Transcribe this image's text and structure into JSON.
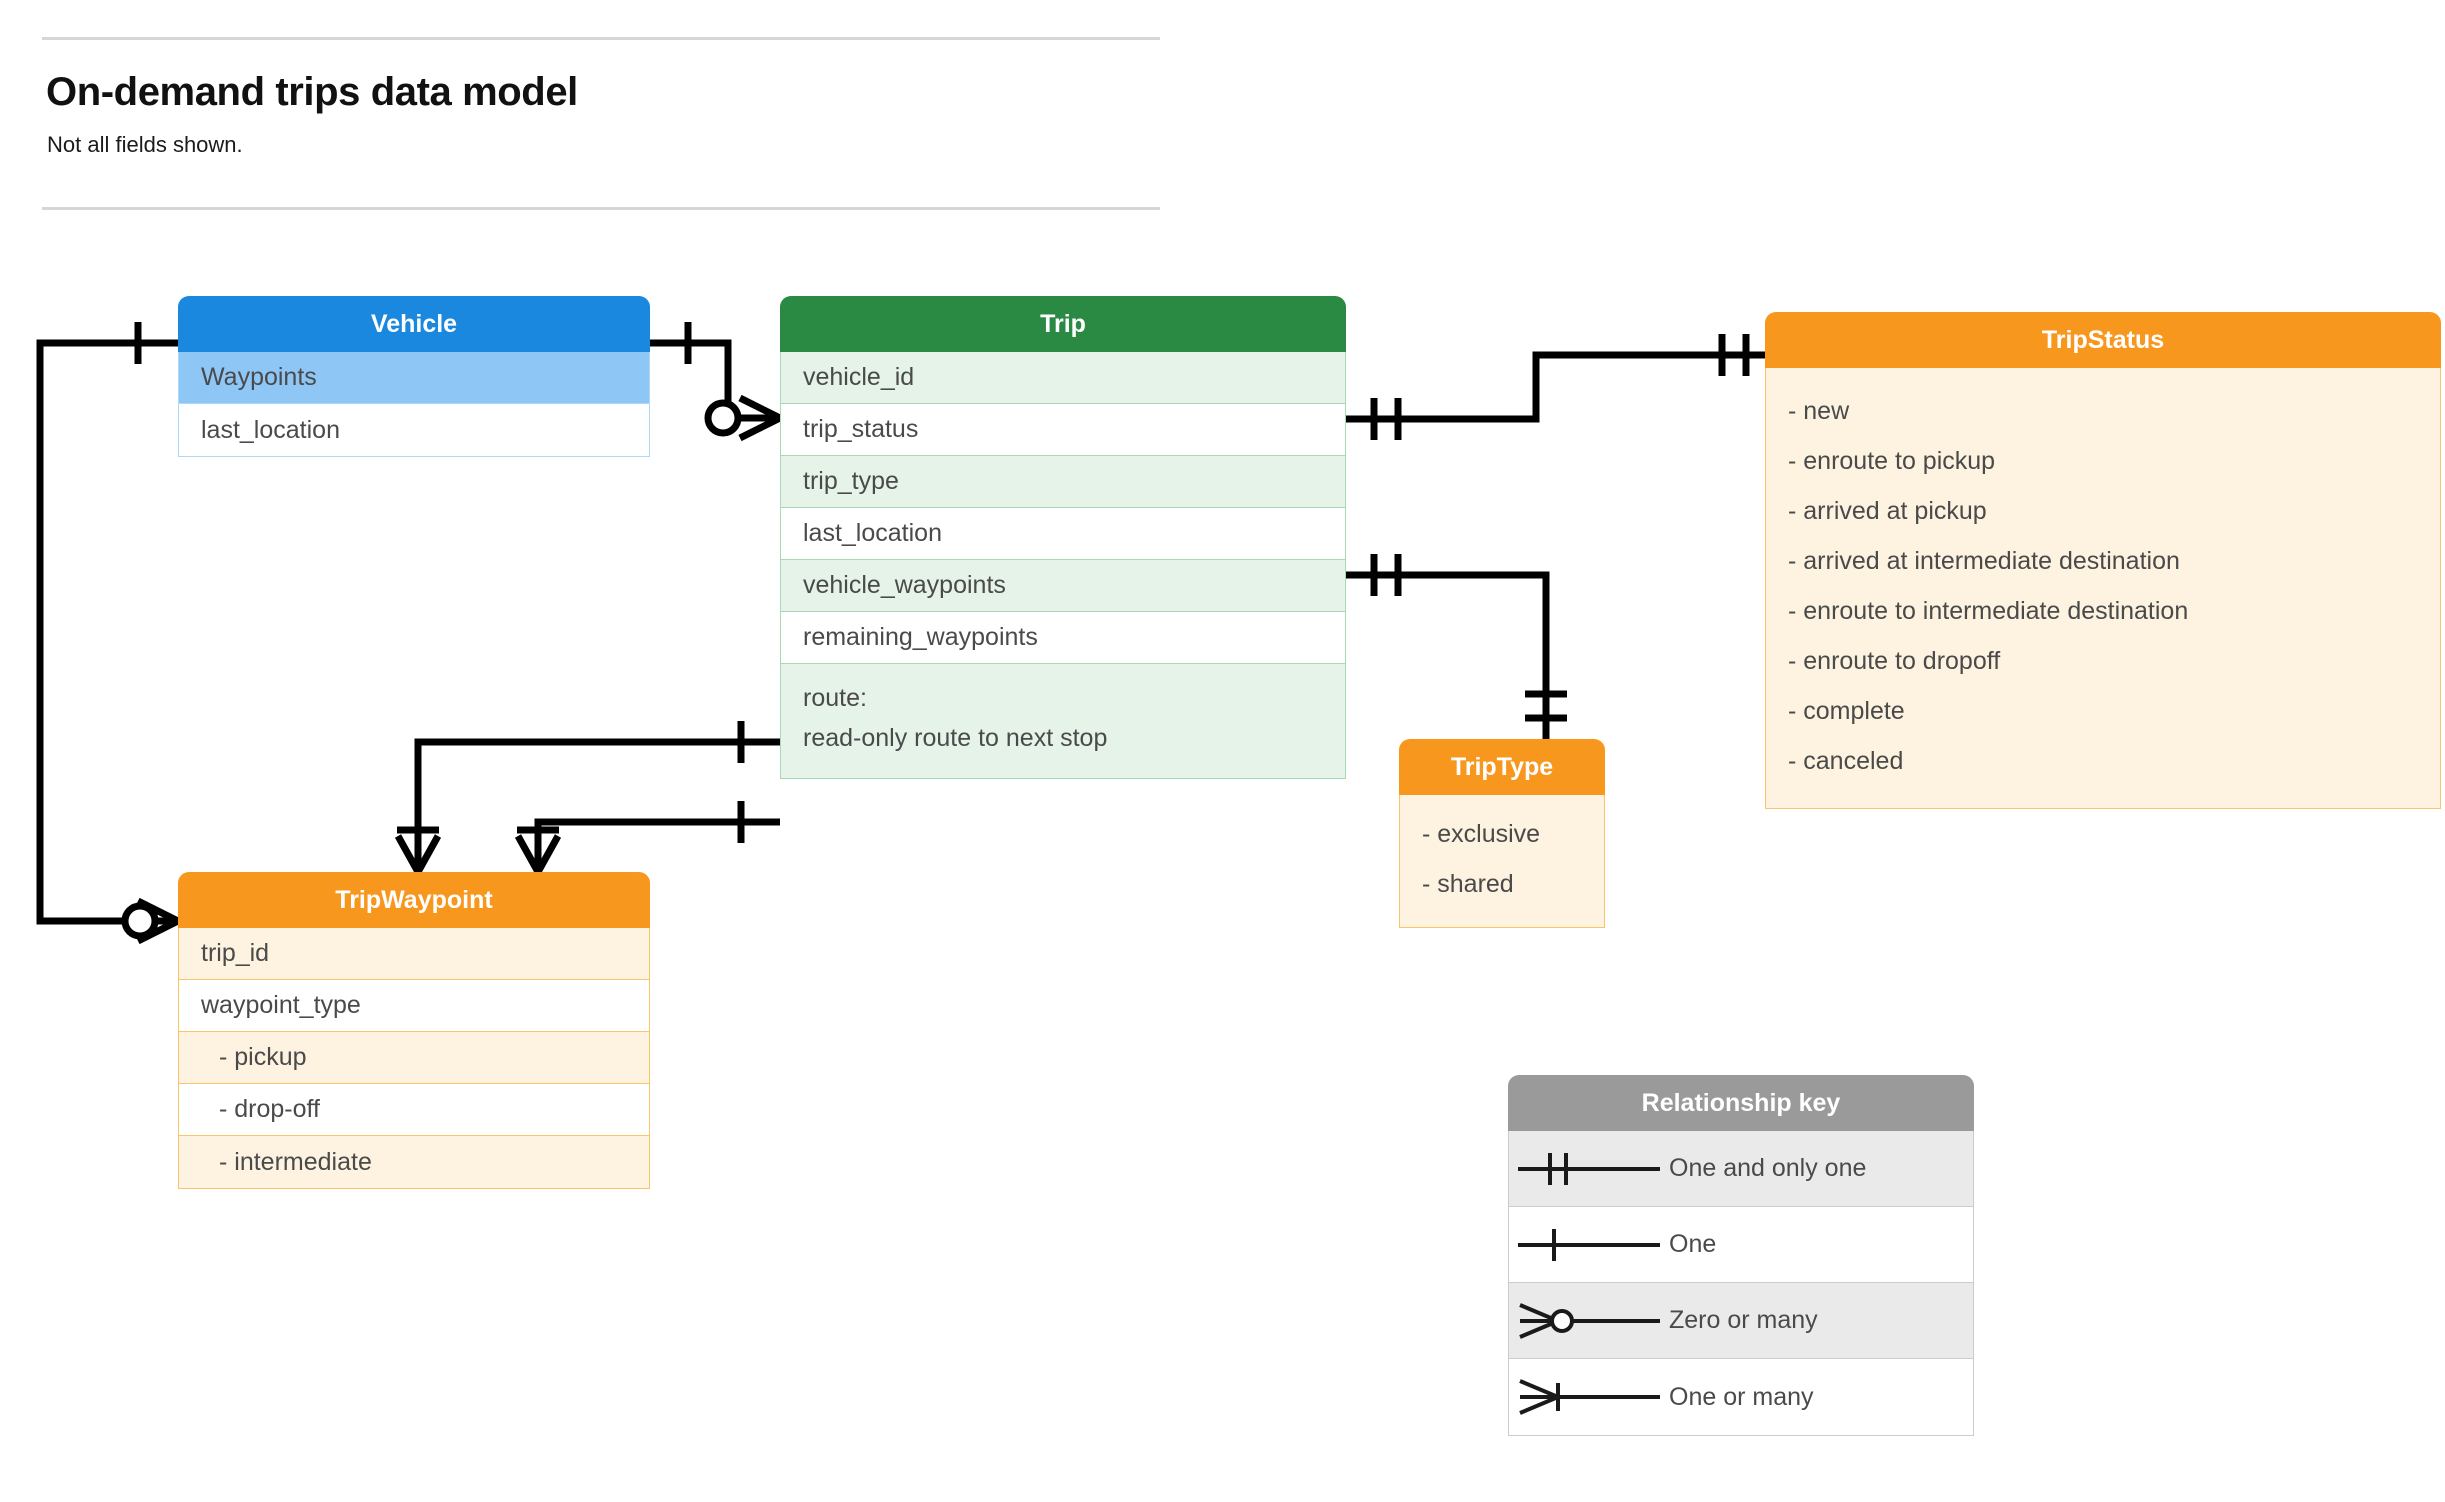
{
  "header": {
    "title": "On-demand trips data model",
    "subtitle": "Not all fields shown."
  },
  "entities": {
    "vehicle": {
      "name": "Vehicle",
      "header_color": "#1a88de",
      "rows": [
        {
          "label": "Waypoints"
        },
        {
          "label": "last_location"
        }
      ]
    },
    "trip": {
      "name": "Trip",
      "header_color": "#2a8a44",
      "rows": [
        {
          "label": "vehicle_id"
        },
        {
          "label": "trip_status"
        },
        {
          "label": "trip_type"
        },
        {
          "label": "last_location"
        },
        {
          "label": "vehicle_waypoints"
        },
        {
          "label": "remaining_waypoints"
        },
        {
          "label": "route:",
          "label2": "read-only route to next stop"
        }
      ]
    },
    "trip_status": {
      "name": "TripStatus",
      "header_color": "#f8971d",
      "rows": [
        {
          "label": "- new"
        },
        {
          "label": "- enroute to pickup"
        },
        {
          "label": "- arrived at pickup"
        },
        {
          "label": "- arrived at intermediate destination"
        },
        {
          "label": "- enroute to intermediate destination"
        },
        {
          "label": "- enroute to dropoff"
        },
        {
          "label": "- complete"
        },
        {
          "label": "- canceled"
        }
      ]
    },
    "trip_type": {
      "name": "TripType",
      "header_color": "#f8971d",
      "rows": [
        {
          "label": "- exclusive"
        },
        {
          "label": "- shared"
        }
      ]
    },
    "trip_waypoint": {
      "name": "TripWaypoint",
      "header_color": "#f8971d",
      "rows": [
        {
          "label": "trip_id"
        },
        {
          "label": "waypoint_type"
        },
        {
          "label": "-  pickup"
        },
        {
          "label": "-  drop-off"
        },
        {
          "label": "-  intermediate"
        }
      ]
    }
  },
  "legend": {
    "title": "Relationship key",
    "items": [
      {
        "symbol": "one-and-only-one-icon",
        "label": "One and only one"
      },
      {
        "symbol": "one-icon",
        "label": "One"
      },
      {
        "symbol": "zero-or-many-icon",
        "label": "Zero or many"
      },
      {
        "symbol": "one-or-many-icon",
        "label": "One or many"
      }
    ]
  },
  "relationships": [
    {
      "from": "Vehicle",
      "to": "Trip.vehicle_id",
      "from_cardinality": "One",
      "to_cardinality": "Zero or many"
    },
    {
      "from": "Vehicle.Waypoints",
      "to": "TripWaypoint",
      "from_cardinality": "One",
      "to_cardinality": "Zero or many"
    },
    {
      "from": "Trip.trip_status",
      "to": "TripStatus",
      "from_cardinality": "One and only one",
      "to_cardinality": "One and only one"
    },
    {
      "from": "Trip.trip_type",
      "to": "TripType",
      "from_cardinality": "One and only one",
      "to_cardinality": "One and only one"
    },
    {
      "from": "Trip.vehicle_waypoints",
      "to": "TripWaypoint",
      "from_cardinality": "One",
      "to_cardinality": "One or many"
    },
    {
      "from": "Trip.remaining_waypoints",
      "to": "TripWaypoint",
      "from_cardinality": "One",
      "to_cardinality": "One or many"
    }
  ]
}
